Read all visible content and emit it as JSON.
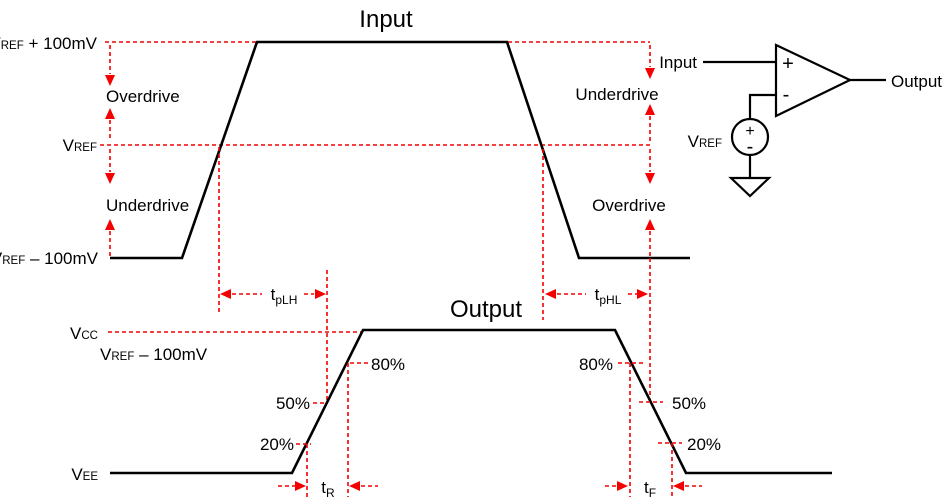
{
  "colors": {
    "waveform_black": "#000000",
    "annotation_red": "#f40000"
  },
  "input_waveform": {
    "title": "Input",
    "level_top": {
      "base": "V",
      "sub": "REF",
      "rest": " + 100mV"
    },
    "level_mid": {
      "base": "V",
      "sub": "REF"
    },
    "level_bottom": {
      "base": "V",
      "sub": "REF",
      "rest": " – 100mV"
    },
    "left_upper_region": "Overdrive",
    "left_lower_region": "Underdrive",
    "right_upper_region": "Underdrive",
    "right_lower_region": "Overdrive"
  },
  "output_waveform": {
    "title": "Output",
    "level_vcc": {
      "base": "V",
      "sub": "CC"
    },
    "level_vref_minus": {
      "base": "V",
      "sub": "REF",
      "rest": " – 100mV"
    },
    "level_vee": {
      "base": "V",
      "sub": "EE"
    },
    "rise_80": "80%",
    "rise_50": "50%",
    "rise_20": "20%",
    "fall_80": "80%",
    "fall_50": "50%",
    "fall_20": "20%"
  },
  "timing": {
    "t_plh": {
      "base": "t",
      "sub": "pLH"
    },
    "t_phl": {
      "base": "t",
      "sub": "pHL"
    },
    "t_rise": {
      "base": "t",
      "sub": "R"
    },
    "t_fall": {
      "base": "t",
      "sub": "F"
    }
  },
  "circuit": {
    "input_label": "Input",
    "output_label": "Output",
    "vref_label": {
      "base": "V",
      "sub": "REF"
    },
    "comparator_plus": "+",
    "comparator_minus": "-",
    "source_plus": "+",
    "source_minus": "-"
  }
}
